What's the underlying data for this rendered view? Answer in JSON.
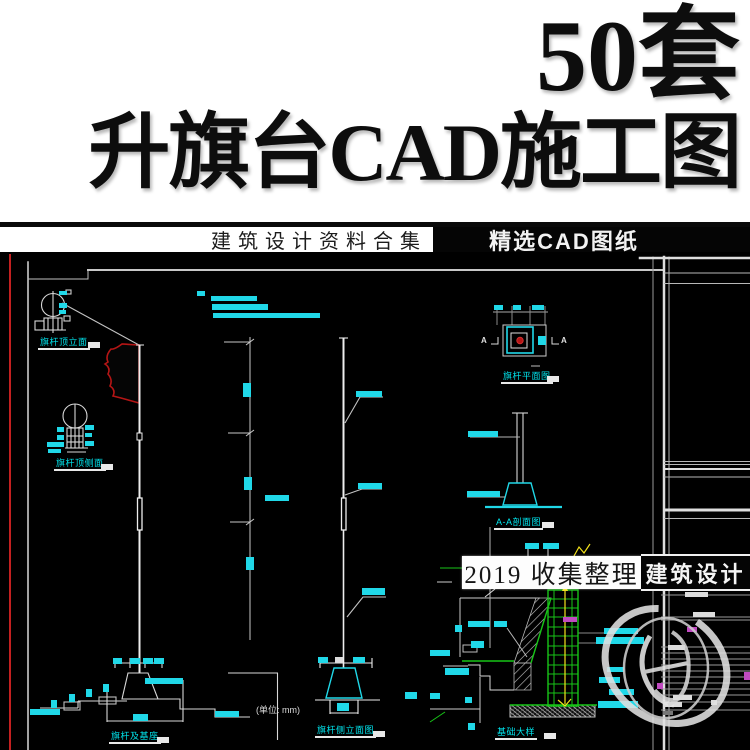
{
  "title": {
    "count_line": "50套",
    "main_line": "升旗台CAD施工图"
  },
  "banner": {
    "left": "建筑设计资料合集",
    "right": "精选CAD图纸"
  },
  "badges": {
    "year": "2019 收集整理",
    "brand": "建筑设计"
  },
  "cad": {
    "unit_note": "(单位: mm)",
    "labels": {
      "finial_front": "旗杆顶立面",
      "finial_side": "旗杆顶侧面",
      "plan": "旗杆平面图",
      "section_aa": "A-A剖面图",
      "pole_base": "旗杆及基座",
      "pole_side": "旗杆侧立面图",
      "foundation": "基础大样",
      "section_marker_left": "A",
      "section_marker_right": "A"
    },
    "colors": {
      "background": "#000000",
      "annotation_cyan": "#00e5ee",
      "line_white": "#e8e8e8",
      "rebar_green": "#00cc22",
      "highlight_yellow": "#ffee00",
      "flag_red": "#bb1111",
      "guide_red": "#cc1111",
      "magenta": "#cc44cc"
    }
  }
}
